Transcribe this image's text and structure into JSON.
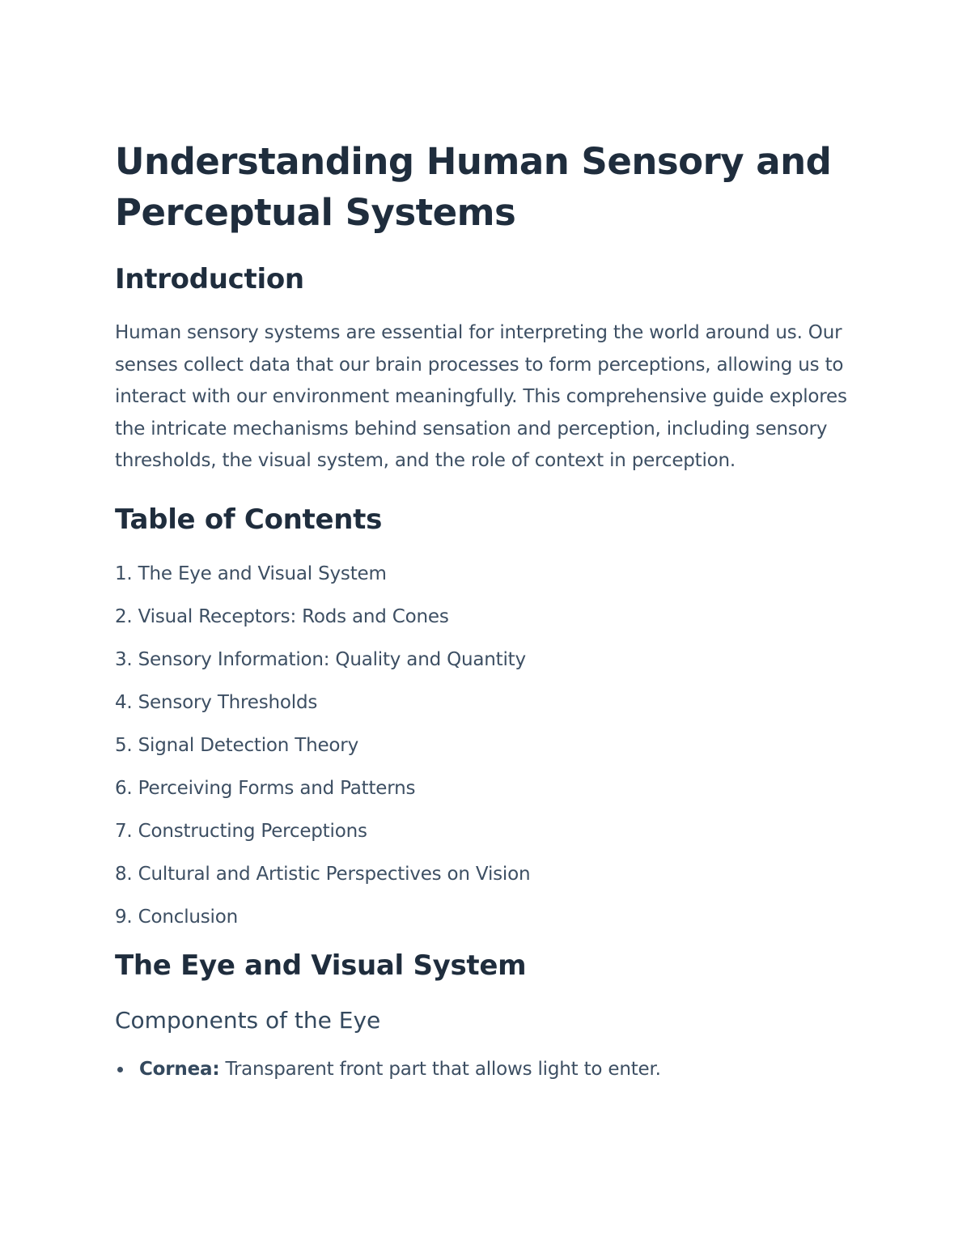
{
  "document": {
    "title": "Understanding Human Sensory and Perceptual Systems",
    "introduction": {
      "heading": "Introduction",
      "text": "Human sensory systems are essential for interpreting the world around us. Our senses collect data that our brain processes to form perceptions, allowing us to interact with our environment meaningfully. This comprehensive guide explores the intricate mechanisms behind sensation and perception, including sensory thresholds, the visual system, and the role of context in perception."
    },
    "toc": {
      "heading": "Table of Contents",
      "items": [
        {
          "label": "1. The Eye and Visual System"
        },
        {
          "label": "2. Visual Receptors: Rods and Cones"
        },
        {
          "label": "3. Sensory Information: Quality and Quantity"
        },
        {
          "label": "4. Sensory Thresholds"
        },
        {
          "label": "5. Signal Detection Theory"
        },
        {
          "label": "6. Perceiving Forms and Patterns"
        },
        {
          "label": "7. Constructing Perceptions"
        },
        {
          "label": "8. Cultural and Artistic Perspectives on Vision"
        },
        {
          "label": "9. Conclusion"
        }
      ]
    },
    "eye_section": {
      "heading": "The Eye and Visual System",
      "subheading": "Components of the Eye",
      "bullets": [
        {
          "term": "Cornea:",
          "text": " Transparent front part that allows light to enter."
        }
      ]
    }
  }
}
